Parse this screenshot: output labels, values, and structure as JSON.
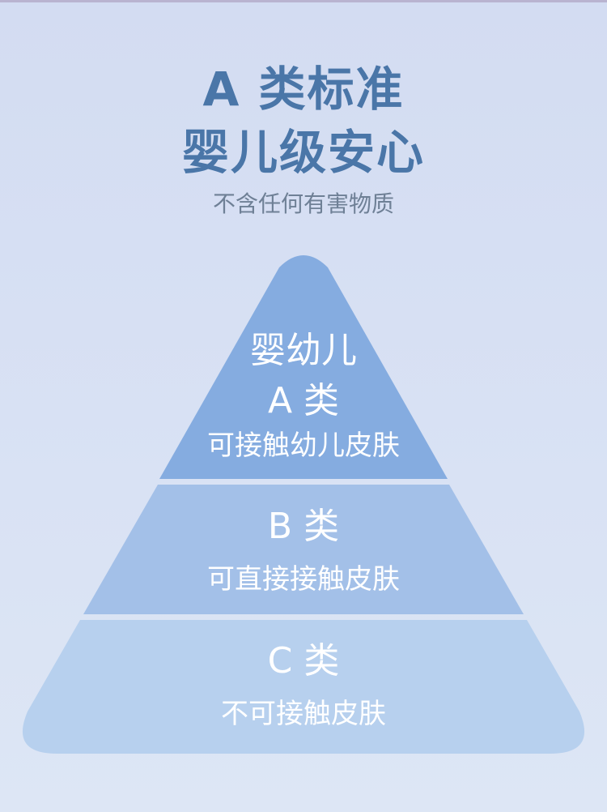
{
  "header": {
    "title_line1": "A 类标准",
    "title_line2": "婴儿级安心",
    "subtitle": "不含任何有害物质"
  },
  "pyramid": {
    "tiers": [
      {
        "name": "婴幼儿",
        "class_label": "A 类",
        "description": "可接触幼儿皮肤",
        "color": "#85ace0"
      },
      {
        "class_label": "B 类",
        "description": "可直接接触皮肤",
        "color": "#a3c0e8"
      },
      {
        "class_label": "C 类",
        "description": "不可接触皮肤",
        "color": "#b7d0ee"
      }
    ]
  },
  "colors": {
    "heading": "#4a76a8",
    "subtitle": "#6f8096",
    "background_top": "#d3dcf2",
    "background_bottom": "#dde6f5"
  }
}
